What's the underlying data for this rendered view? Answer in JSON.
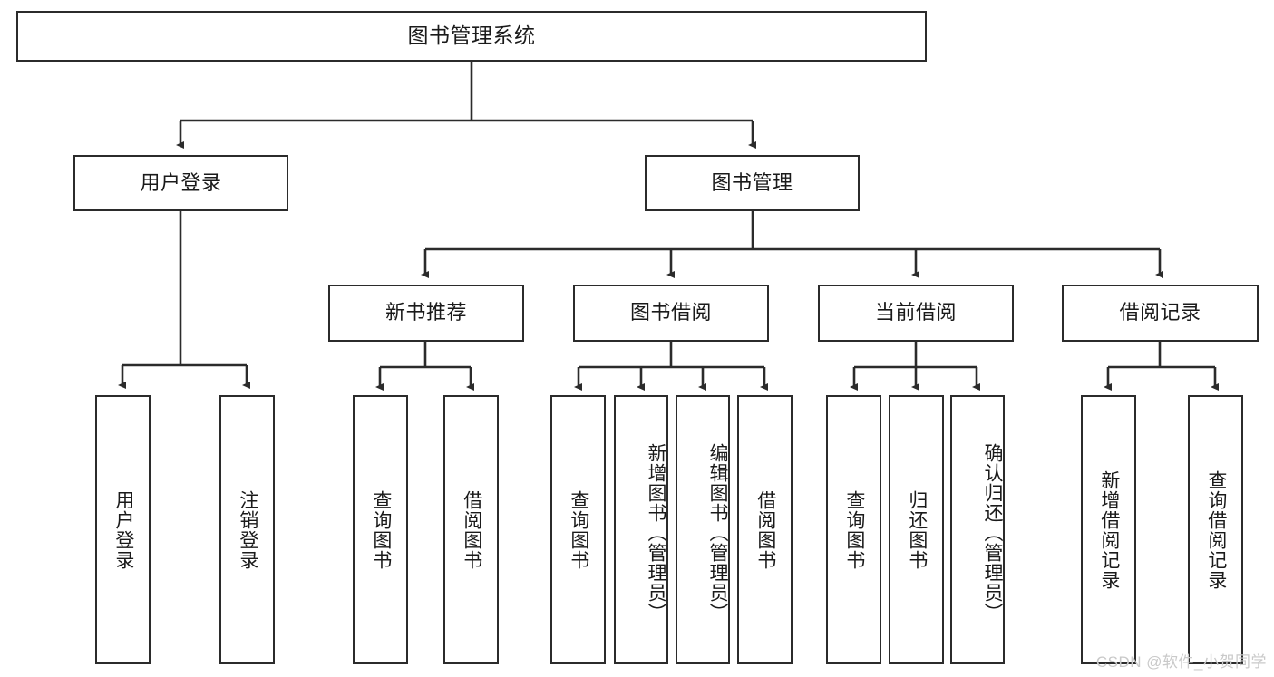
{
  "diagram": {
    "title": "图书管理系统",
    "type": "tree-hierarchy-diagram",
    "root": {
      "label": "图书管理系统"
    },
    "level2": [
      {
        "label": "用户登录"
      },
      {
        "label": "图书管理"
      }
    ],
    "level3": [
      {
        "label": "新书推荐"
      },
      {
        "label": "图书借阅"
      },
      {
        "label": "当前借阅"
      },
      {
        "label": "借阅记录"
      }
    ],
    "leaves": {
      "user_login": [
        {
          "label": "用户登录"
        },
        {
          "label": "注销登录"
        }
      ],
      "new_book_recommend": [
        {
          "label": "查询图书"
        },
        {
          "label": "借阅图书"
        }
      ],
      "book_borrow": [
        {
          "label": "查询图书"
        },
        {
          "label": "新增图书（管理员）"
        },
        {
          "label": "编辑图书（管理员）"
        },
        {
          "label": "借阅图书"
        }
      ],
      "current_borrow": [
        {
          "label": "查询图书"
        },
        {
          "label": "归还图书"
        },
        {
          "label": "确认归还（管理员）"
        }
      ],
      "borrow_record": [
        {
          "label": "新增借阅记录"
        },
        {
          "label": "查询借阅记录"
        }
      ]
    }
  },
  "watermark": {
    "text": "CSDN @软件_小贺同学"
  },
  "colors": {
    "box_border": "#2b2b2b",
    "box_fill": "#ffffff",
    "text": "#1a1a1a",
    "edge": "#2b2b2b",
    "watermark": "#c9c9c9"
  }
}
